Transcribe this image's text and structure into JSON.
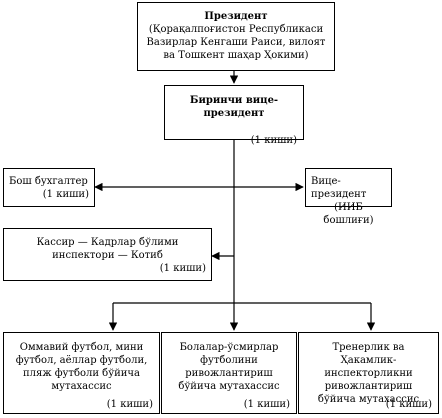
{
  "president": {
    "title": "Президент",
    "subtitle": "(Қорақалпоғистон Республикаси Вазирлар Кенгаши Раиси, вилоят ва Тошкент шаҳар Ҳокими)"
  },
  "first_vp": {
    "title": "Биринчи вице-президент",
    "count": "(1 киши)"
  },
  "accountant": {
    "title": "Бош бухгалтер",
    "count": "(1 киши)"
  },
  "vp": {
    "title": "Вице-президент",
    "subtitle": "(ИИБ бошлиғи)"
  },
  "cashier": {
    "line1": "Кассир — Кадрлар бўлими",
    "line2": "инспектори — Котиб",
    "count": "(1 киши)"
  },
  "specialist_football": {
    "text": "Оммавий футбол, мини футбол, аёллар футболи, пляж футболи бўйича мутахассис",
    "count": "(1 киши)"
  },
  "specialist_youth": {
    "text": "Болалар-ўсмирлар футболини ривожлантириш бўйича мутахассис",
    "count": "(1 киши)"
  },
  "specialist_coaches": {
    "text": "Тренерлик ва Ҳакамлик-инспекторликни ривожлантириш бўйича мутахассис",
    "count": "(1 киши)"
  }
}
